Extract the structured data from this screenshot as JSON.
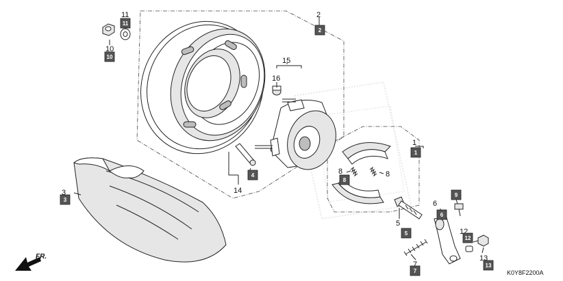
{
  "diagram": {
    "catalog_code": "K0Y8F2200A",
    "direction_label": "FR.",
    "callouts": [
      {
        "id": "c1",
        "number": "1",
        "tag": "1"
      },
      {
        "id": "c2",
        "number": "2",
        "tag": "2"
      },
      {
        "id": "c3",
        "number": "3",
        "tag": "3"
      },
      {
        "id": "c4",
        "number": "",
        "tag": "4"
      },
      {
        "id": "c5",
        "number": "5",
        "tag": "5"
      },
      {
        "id": "c6",
        "number": "6",
        "tag": "6"
      },
      {
        "id": "c7",
        "number": "7",
        "tag": "7"
      },
      {
        "id": "c8",
        "number": "8",
        "tag": "8"
      },
      {
        "id": "c8b",
        "number": "8",
        "tag": ""
      },
      {
        "id": "c9",
        "number": "",
        "tag": "9"
      },
      {
        "id": "c10",
        "number": "10",
        "tag": "10"
      },
      {
        "id": "c11",
        "number": "11",
        "tag": "11"
      },
      {
        "id": "c12",
        "number": "12",
        "tag": "12"
      },
      {
        "id": "c13",
        "number": "13",
        "tag": "13"
      },
      {
        "id": "c14",
        "number": "14",
        "tag": ""
      },
      {
        "id": "c15",
        "number": "15",
        "tag": ""
      },
      {
        "id": "c16",
        "number": "16",
        "tag": ""
      }
    ]
  }
}
